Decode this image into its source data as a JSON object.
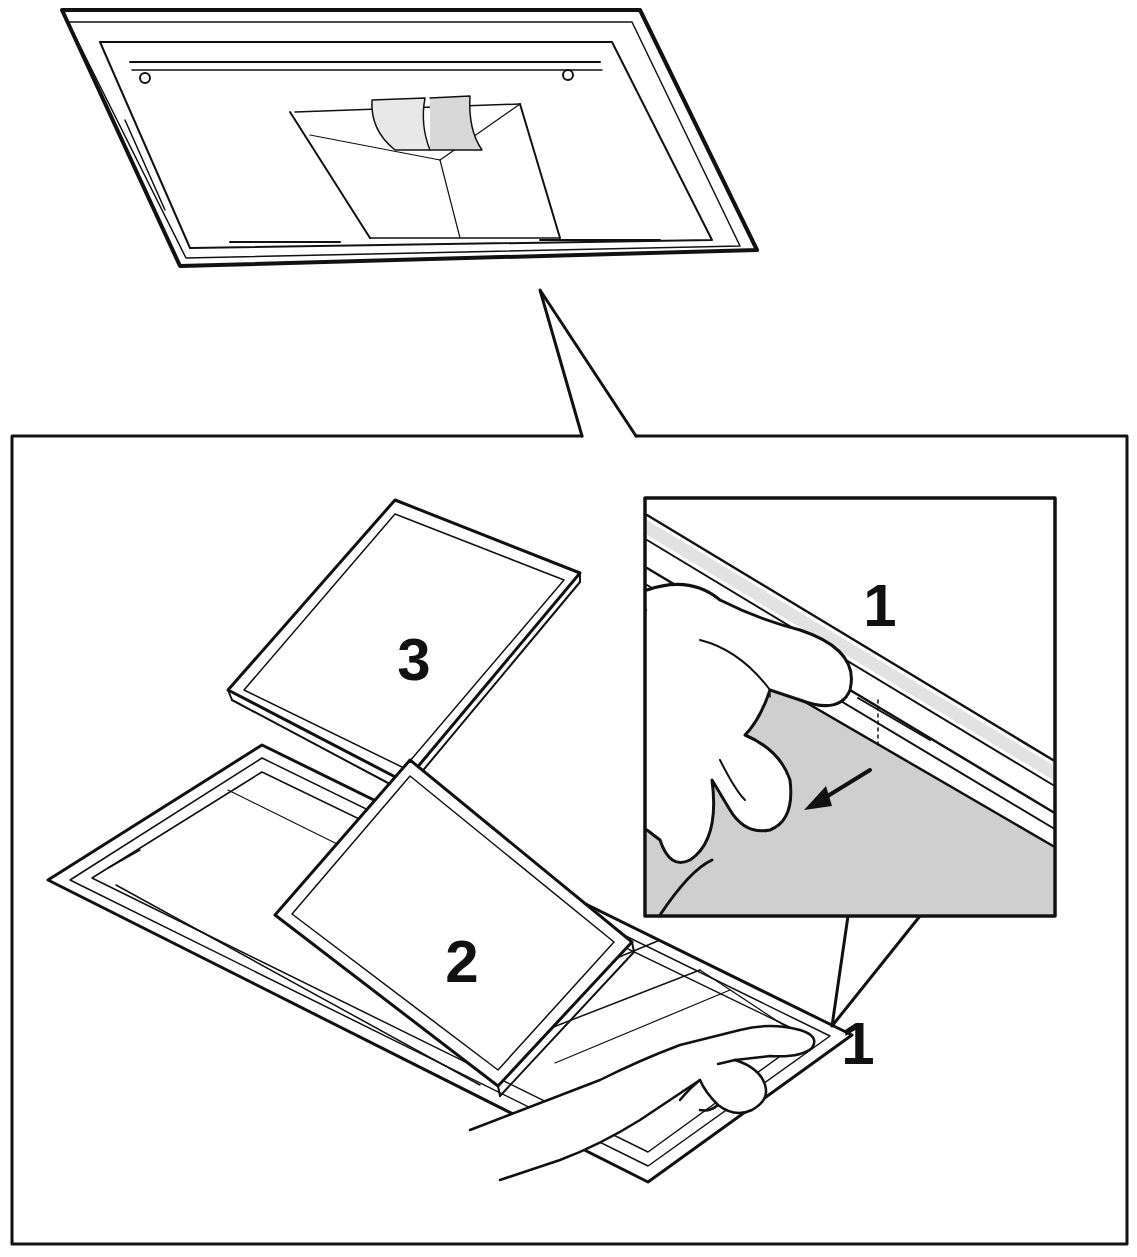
{
  "diagram": {
    "labels": [
      "1",
      "3",
      "2",
      "1"
    ]
  }
}
